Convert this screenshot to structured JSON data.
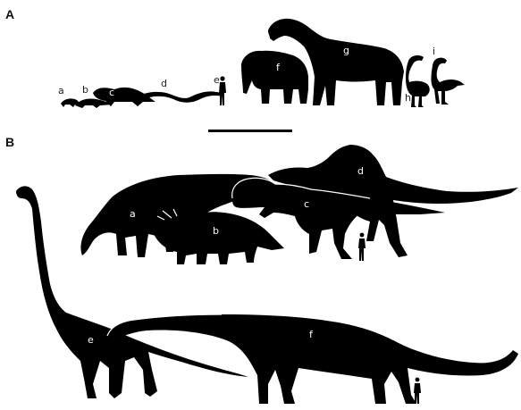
{
  "panels": [
    {
      "letter": "A",
      "labels": [
        "a",
        "b",
        "c",
        "d",
        "e",
        "f",
        "g",
        "h",
        "i"
      ]
    },
    {
      "letter": "B",
      "labels": [
        "a",
        "b",
        "c",
        "d",
        "e",
        "f"
      ]
    }
  ],
  "colors": {
    "silhouette": "#000000",
    "background": "#ffffff",
    "outline": "#ffffff"
  }
}
